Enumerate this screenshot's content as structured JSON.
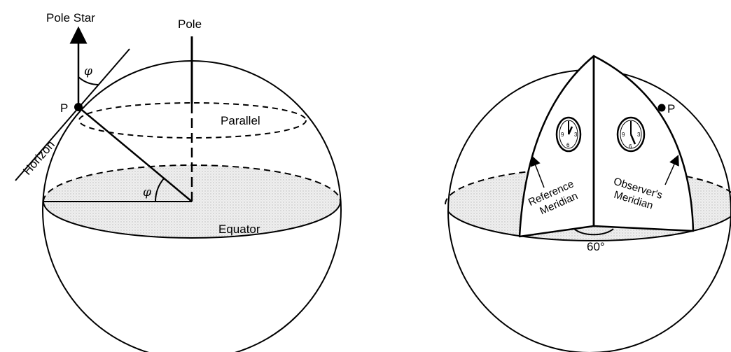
{
  "left_figure": {
    "pole_star_label": "Pole Star",
    "pole_label": "Pole",
    "point_label": "P",
    "horizon_label": "Horizon",
    "parallel_label": "Parallel",
    "equator_label": "Equator",
    "angle_symbol": "φ"
  },
  "right_figure": {
    "point_label": "P",
    "reference_meridian_label": [
      "Reference",
      "Meridian"
    ],
    "observer_meridian_label": [
      "Observer's",
      "Meridian"
    ],
    "longitude_angle_label": "60°",
    "clock_numerals": [
      "9",
      "3",
      "6"
    ]
  }
}
